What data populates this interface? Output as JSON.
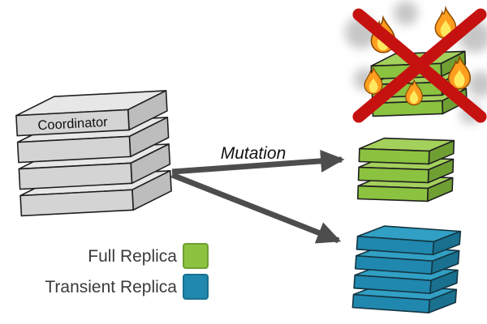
{
  "labels": {
    "mutation": "Mutation",
    "full_replica": "Full Replica",
    "transient_replica": "Transient Replica"
  },
  "stacks": {
    "coordinator": {
      "label": "Coordinator",
      "color": "gray",
      "slabs": 4
    },
    "destroyed_replica": {
      "color": "green",
      "slabs": 3,
      "status": "destroyed"
    },
    "full_replica": {
      "color": "green",
      "slabs": 3
    },
    "transient_replica": {
      "color": "blue",
      "slabs": 4
    }
  },
  "colors": {
    "background": "#ffffff",
    "text": "#111111",
    "legend_text": "#3a3a3a",
    "arrow": "#4d4d4d",
    "red_x": "#c61111",
    "smoke": "#8f8f8f",
    "flame_outer": "#ff9e1f",
    "flame_inner": "#ffe95e",
    "flame_stroke": "#8c4a00",
    "gray": {
      "top": "#e7e7e7",
      "front": "#d4d4d4",
      "side": "#bdbdbd",
      "stroke": "#1f1f1f"
    },
    "green": {
      "top": "#a4d05c",
      "front": "#8bc23f",
      "side": "#6f9f33",
      "stroke": "#1f1f1f"
    },
    "blue": {
      "top": "#31a0c4",
      "front": "#2088ae",
      "side": "#19708f",
      "stroke": "#143542"
    }
  }
}
